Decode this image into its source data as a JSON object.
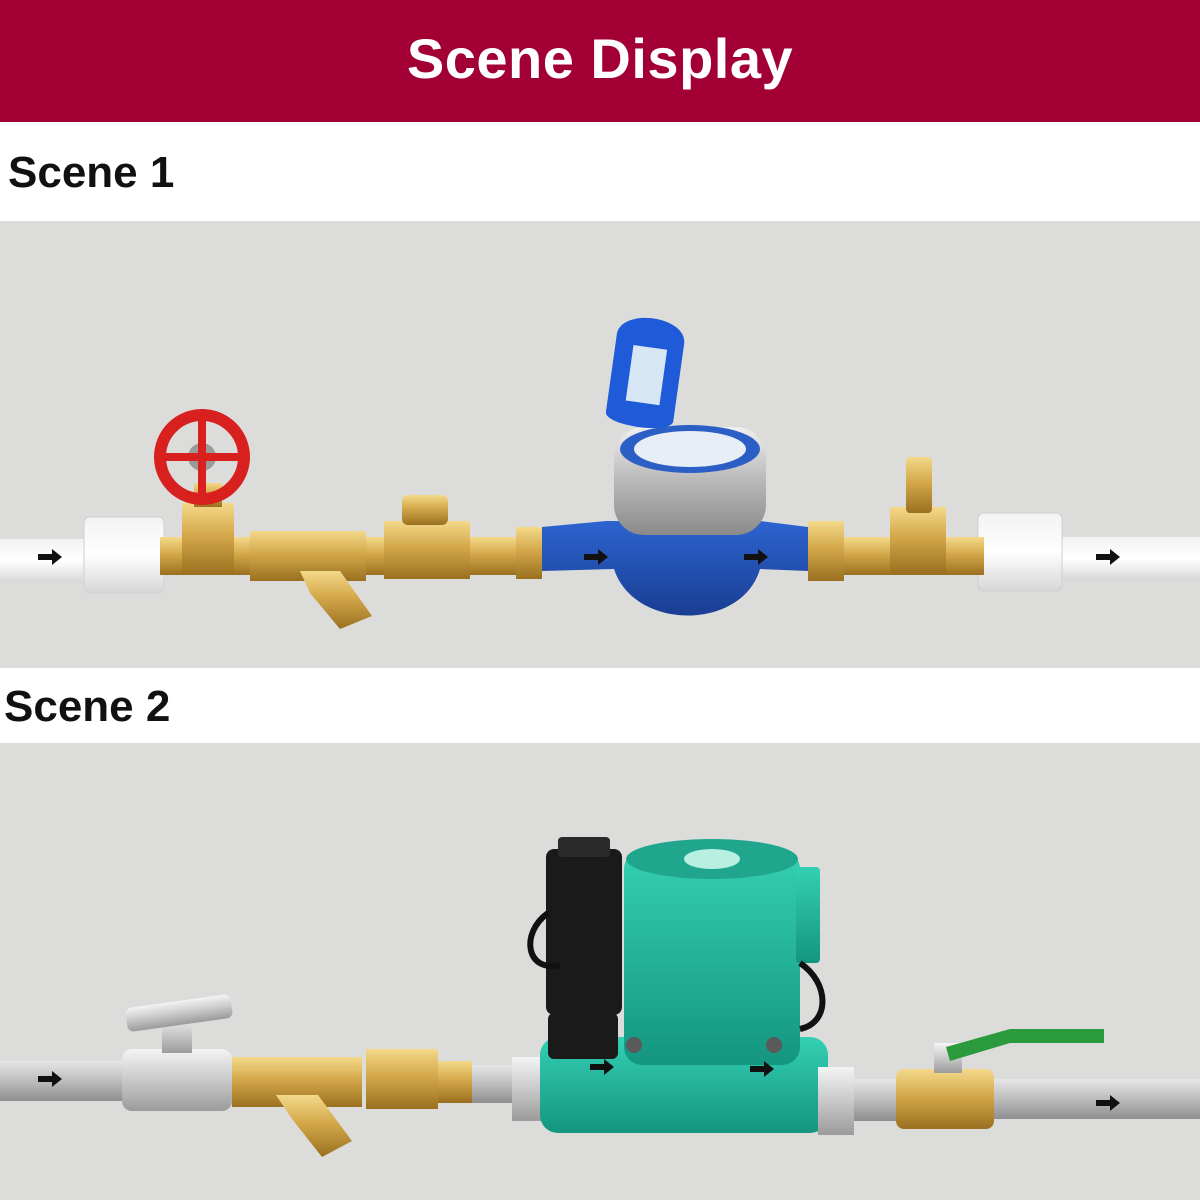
{
  "header": {
    "title": "Scene Display"
  },
  "scenes": [
    {
      "label": "Scene 1"
    },
    {
      "label": "Scene 2"
    }
  ],
  "colors": {
    "banner": "#a20034",
    "photo_background": "#dcdcda",
    "meter_blue": "#1f4fb5",
    "pump_teal": "#1fb8a0",
    "brass": "#d4a84a",
    "valve_red": "#d8201f",
    "lever_green": "#2a9a3c"
  },
  "icons": [
    "flow-arrow-icon"
  ]
}
